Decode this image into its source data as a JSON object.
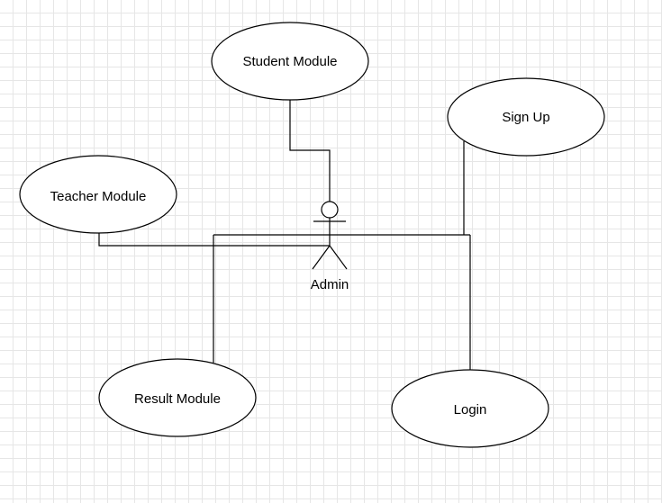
{
  "diagram": {
    "actor": {
      "label": "Admin"
    },
    "use_cases": {
      "student": "Student Module",
      "signup": "Sign Up",
      "teacher": "Teacher Module",
      "result": "Result Module",
      "login": "Login"
    }
  }
}
